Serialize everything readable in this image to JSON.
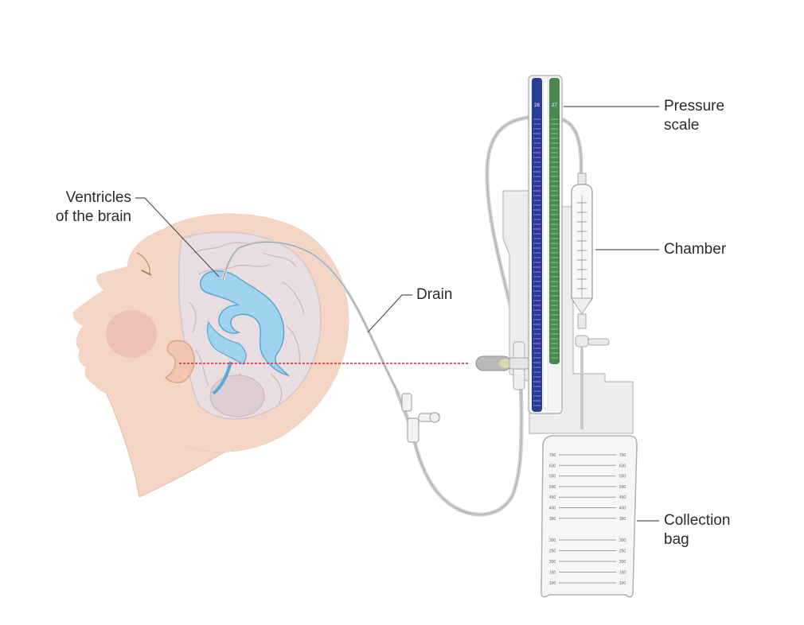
{
  "labels": {
    "ventricles": [
      "Ventricles",
      "of the brain"
    ],
    "drain": "Drain",
    "pressure_scale": [
      "Pressure",
      "scale"
    ],
    "chamber": "Chamber",
    "collection_bag": [
      "Collection",
      "bag"
    ]
  },
  "bag_scale": {
    "upper": [
      "700",
      "600",
      "550",
      "500",
      "450",
      "400",
      "350"
    ],
    "lower": [
      "300",
      "250",
      "200",
      "150",
      "100"
    ]
  },
  "scale_tops": {
    "blue": "28",
    "green": "27"
  },
  "colors": {
    "skin": "#f4d5c3",
    "skin_shadow": "#e9bca6",
    "hair": "#8b5e42",
    "brain": "#e8dde0",
    "ventricle": "#9fd2ec",
    "ventricle_stroke": "#5aa8d2",
    "scale_blue": "#2a3d96",
    "scale_green": "#4a8a4e",
    "device": "#ececec",
    "device_stroke": "#bdbdbd",
    "laser": "#e0303a",
    "leader": "#555555"
  }
}
